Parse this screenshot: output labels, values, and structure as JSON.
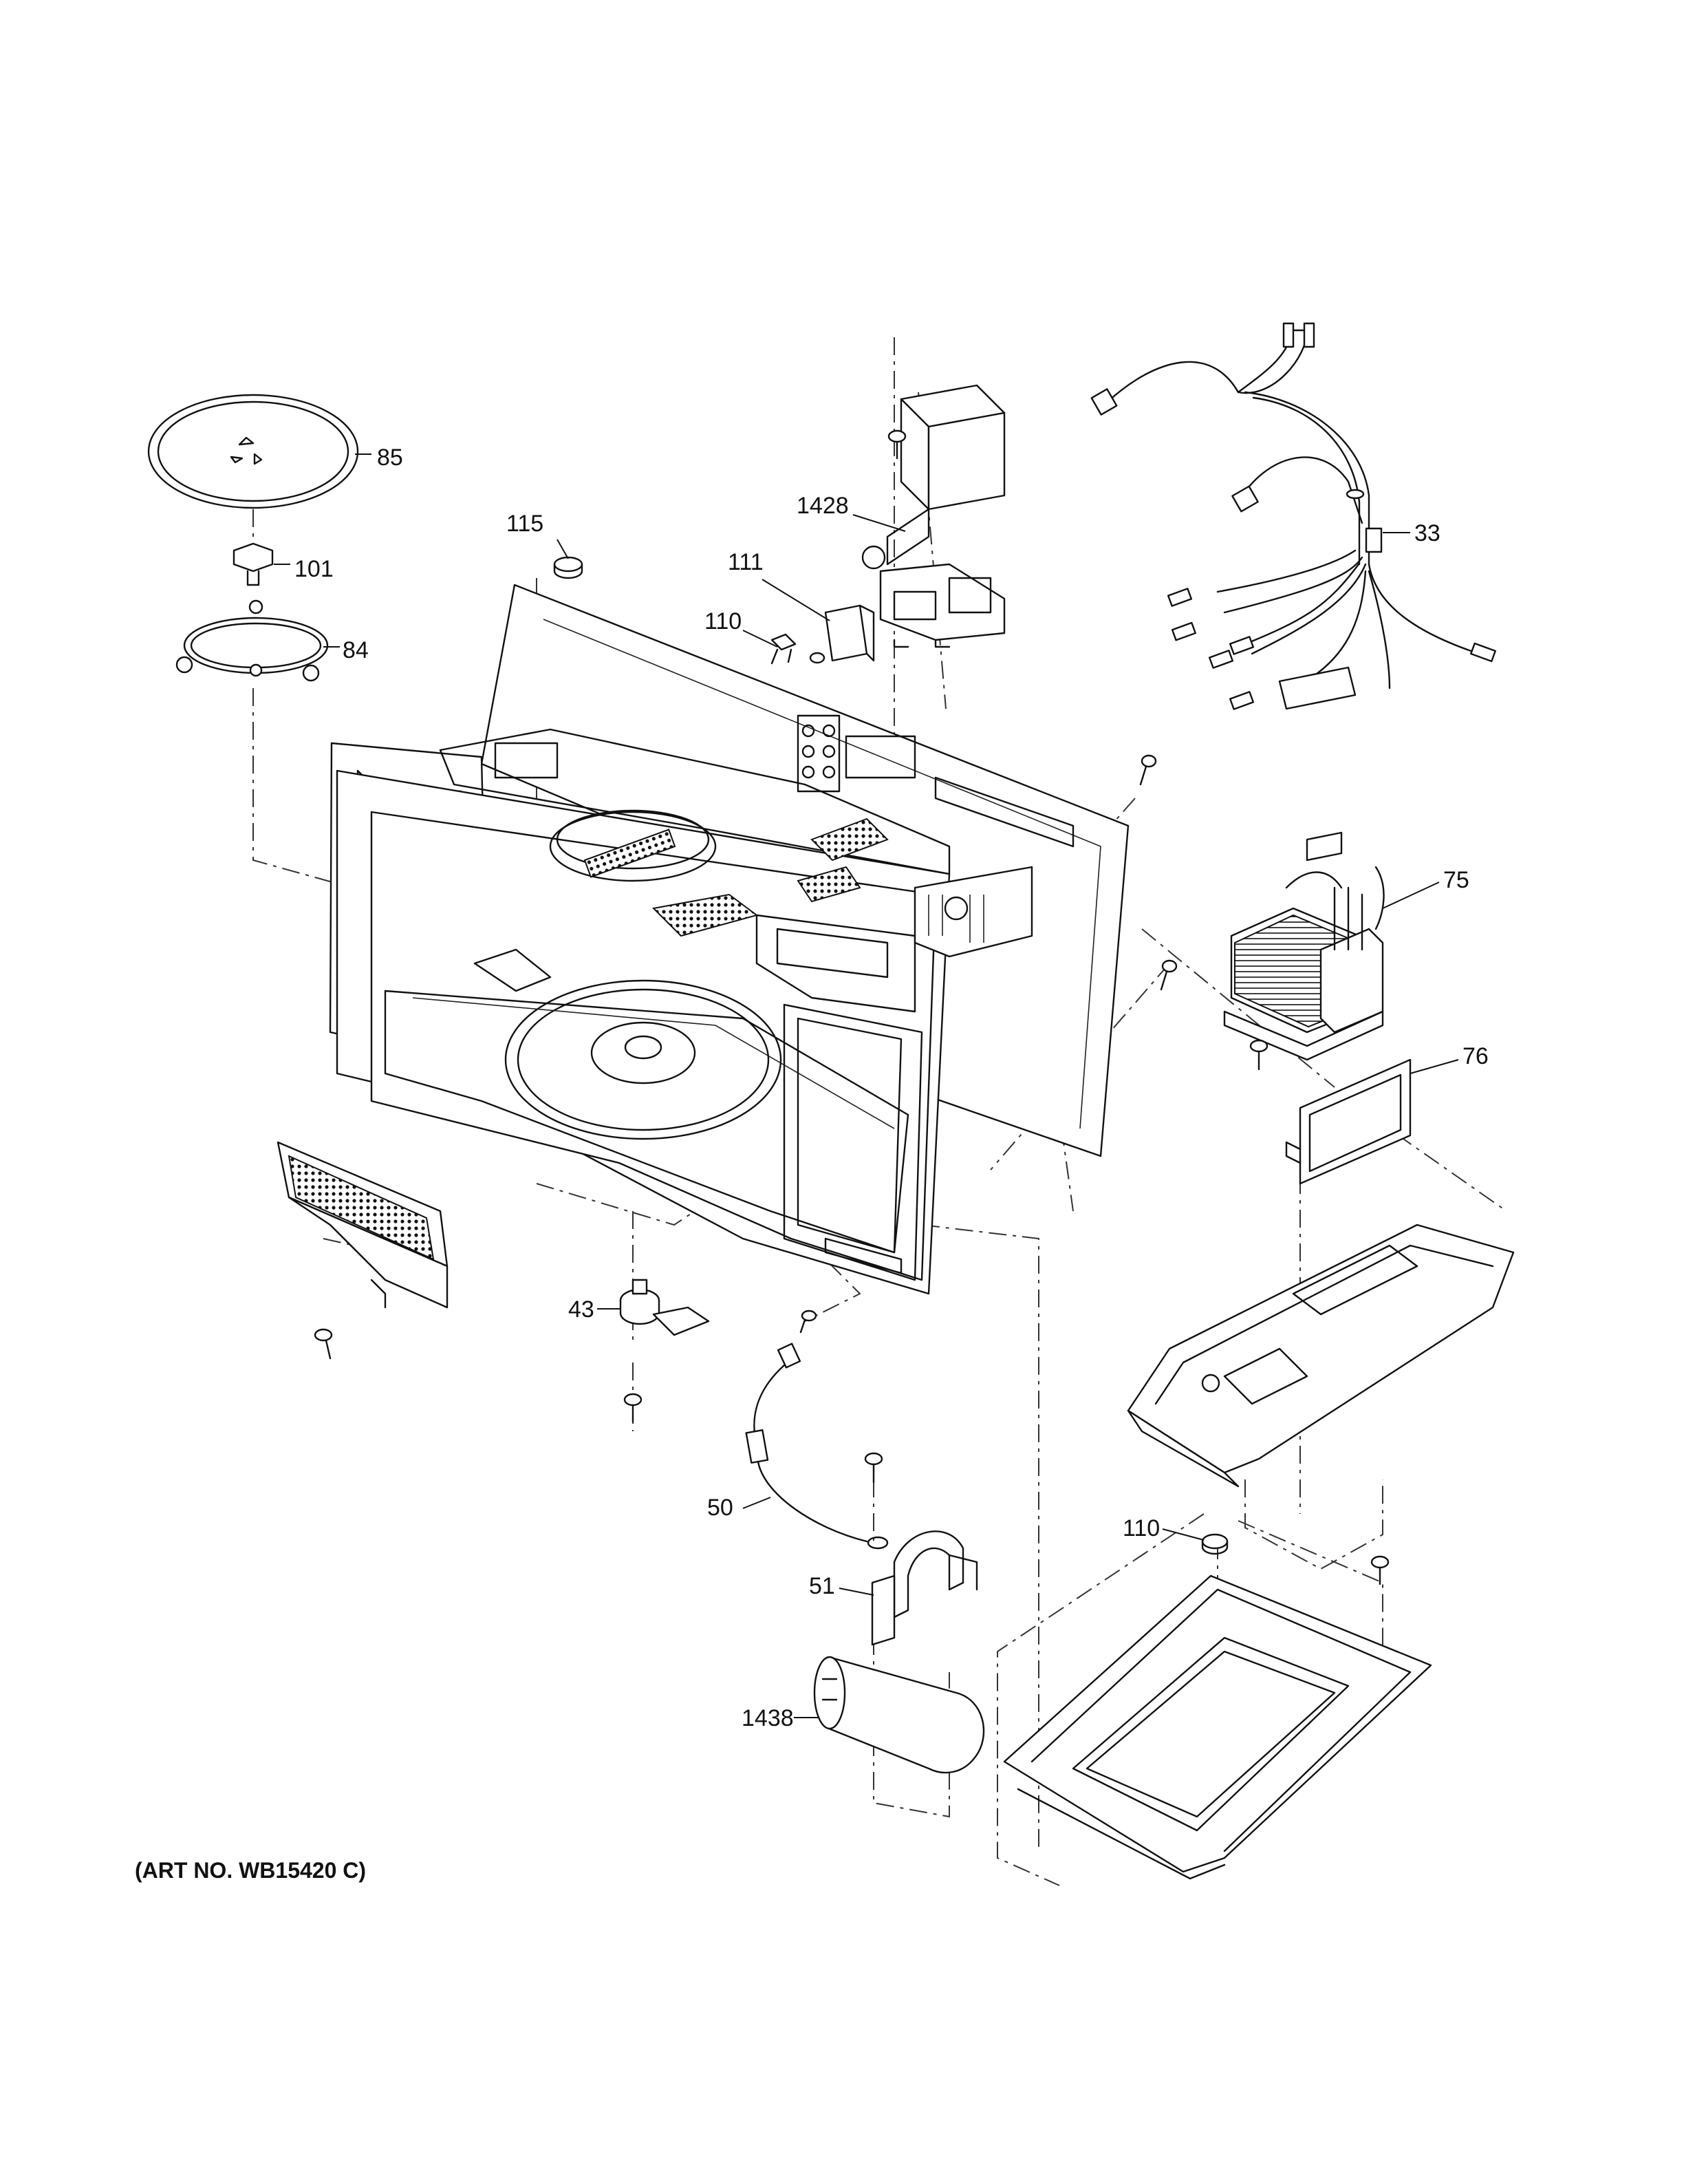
{
  "art_number": "(ART NO. WB15420 C)",
  "callouts": {
    "p85": "85",
    "p101": "101",
    "p84": "84",
    "p115": "115",
    "p1428": "1428",
    "p111": "111",
    "p110a": "110",
    "p33": "33",
    "p75": "75",
    "p76": "76",
    "p43": "43",
    "p50": "50",
    "p51": "51",
    "p1438": "1438",
    "p110b": "110"
  }
}
